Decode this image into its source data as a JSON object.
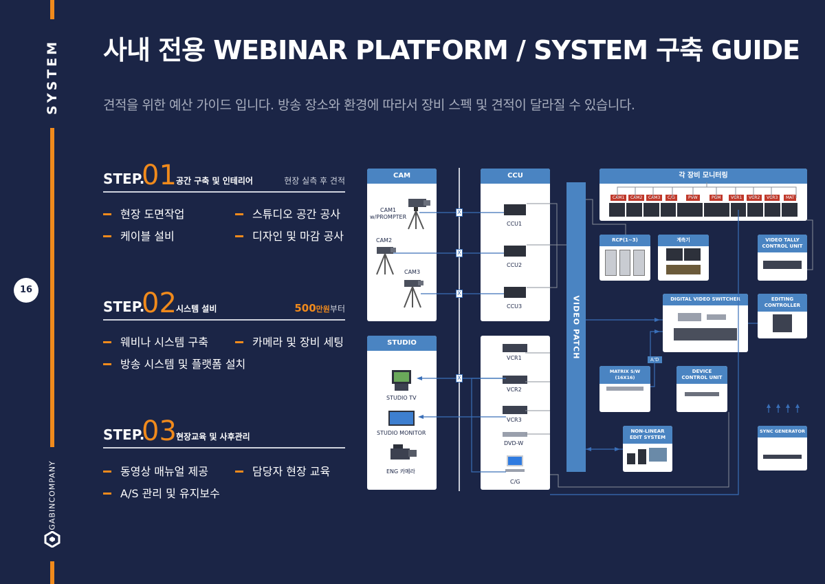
{
  "rail": {
    "system_label": "SYSTEM",
    "page_number": "16",
    "company": "GABINCOMPANY"
  },
  "header": {
    "title": "사내 전용 WEBINAR PLATFORM / SYSTEM 구축 GUIDE",
    "subtitle": "견적을 위한 예산 가이드 입니다. 방송 장소와 환경에 따라서 장비 스펙 및 견적이 달라질 수 있습니다."
  },
  "steps": [
    {
      "word": "STEP.",
      "num": "01",
      "label": "공간 구축 및 인테리어",
      "right": "현장 실측 후 견적",
      "items": [
        "현장 도면작업",
        "스튜디오 공간 공사",
        "케이블 설비",
        "디자인 및 마감 공사"
      ]
    },
    {
      "word": "STEP.",
      "num": "02",
      "label": "시스템 설비",
      "right_price": "500",
      "right_unit": "만원",
      "right_suffix": "부터",
      "items": [
        "웨비나 시스템 구축",
        "카메라 및 장비 세팅",
        "방송 시스템 및 플랫폼 설치"
      ]
    },
    {
      "word": "STEP.",
      "num": "03",
      "label": "현장교육 및 사후관리",
      "items": [
        "동영상 매뉴얼 제공",
        "담당자 현장 교육",
        "A/S 관리 및 유지보수"
      ]
    }
  ],
  "diagram": {
    "cam": {
      "header": "CAM",
      "cam1": "CAM1\nw/PROMPTER",
      "cam2": "CAM2",
      "cam3": "CAM3"
    },
    "ccu": {
      "header": "CCU",
      "ccu1": "CCU1",
      "ccu2": "CCU2",
      "ccu3": "CCU3"
    },
    "studio": {
      "header": "STUDIO",
      "tv": "STUDIO TV",
      "monitor": "STUDIO MONITOR",
      "eng": "ENG 카메라"
    },
    "vcr": {
      "vcr1": "VCR1",
      "vcr2": "VCR2",
      "vcr3": "VCR3",
      "dvd": "DVD-W",
      "cg": "C/G"
    },
    "video_patch": "VIDEO PATCH",
    "monitoring": {
      "header": "각 장비 모니터링",
      "labels": [
        "CAM1",
        "CAM2",
        "CAM3",
        "C/G",
        "PVW",
        "PGM",
        "VCR1",
        "VCR2",
        "VCR3",
        "MAT"
      ]
    },
    "rcp": "RCP(1~3)",
    "meter": "계측기",
    "tally": "VIDEO TALLY\nCONTROL UNIT",
    "switcher": "DIGITAL VIDEO SWITCHER",
    "editing": "EDITING\nCONTROLLER",
    "ad": "A/D",
    "matrix": "MATRIX S/W (16X16)",
    "device": "DEVICE\nCONTROL UNIT",
    "nle": "NON-LINEAR\nEDIT SYSTEM",
    "sync": "SYNC GENERATOR",
    "x_mark": "X"
  },
  "colors": {
    "background": "#1b2546",
    "accent": "#f08a1c",
    "diagram_blue": "#4a84c2",
    "line_blue": "#3a6fb8"
  }
}
